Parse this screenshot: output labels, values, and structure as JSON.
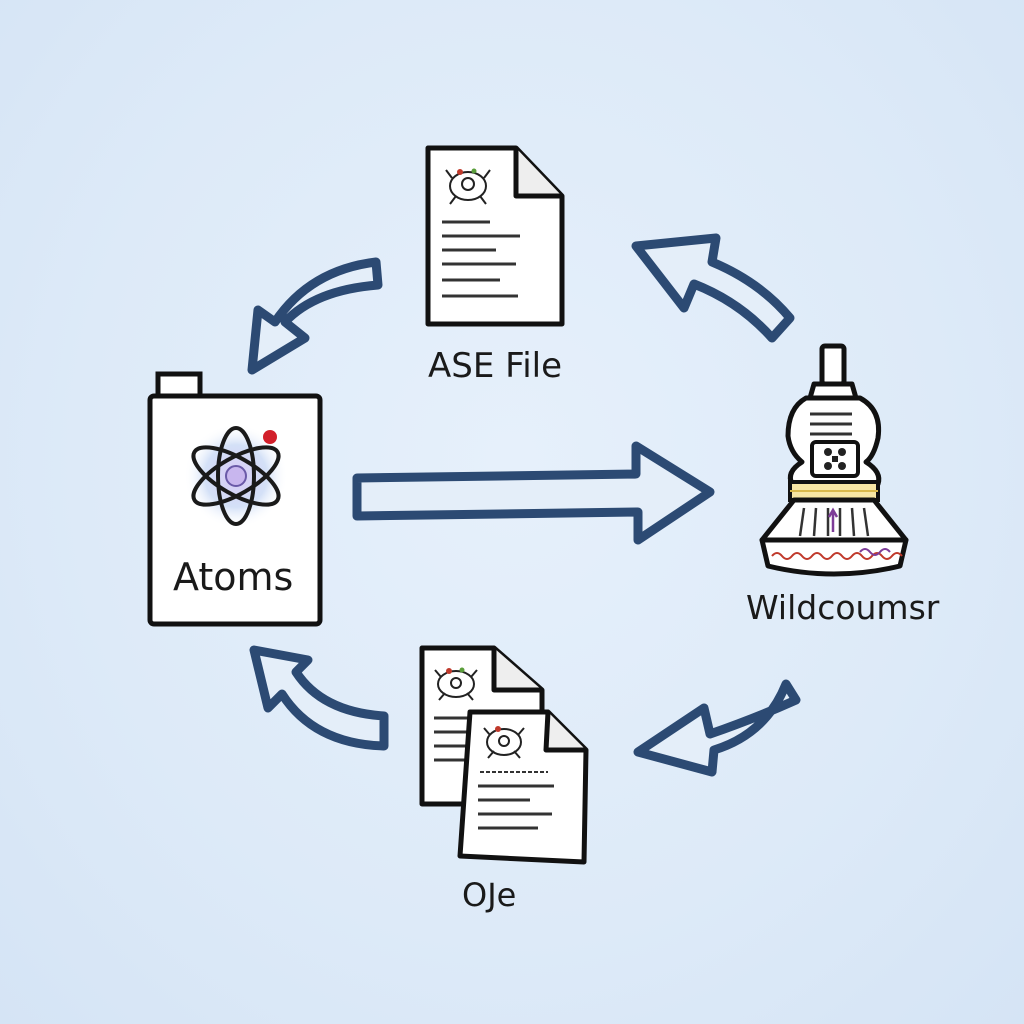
{
  "nodes": {
    "ase_file": {
      "label": "ASE File",
      "icon": "document-icon"
    },
    "atoms": {
      "label": "Atoms",
      "icon": "atom-container-icon"
    },
    "wildcoumsr": {
      "label": "Wildcoumsr",
      "icon": "microscope-icon"
    },
    "oje": {
      "label": "OJe",
      "icon": "stacked-documents-icon"
    }
  },
  "colors": {
    "background": "#ddeaf8",
    "arrow_stroke": "#2c4a73",
    "arrow_fill": "#e4eef9",
    "outline": "#111111",
    "atom_accent": "#d21f2a",
    "atom_glow": "#b8a5e6",
    "spectrum_red": "#c0392b",
    "spectrum_purple": "#7d3c98",
    "band_yellow": "#f2d57a"
  }
}
